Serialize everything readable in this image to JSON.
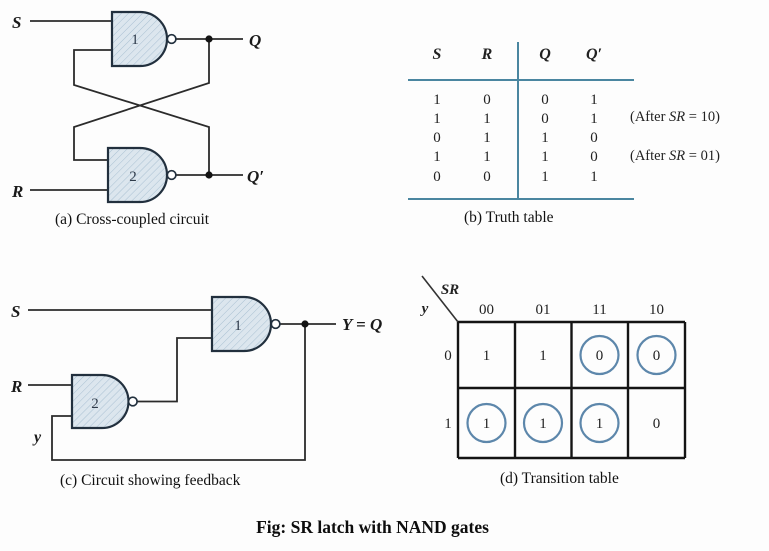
{
  "figure_caption": "Fig: SR latch with NAND gates",
  "panel_a": {
    "caption": "(a) Cross-coupled circuit",
    "s_label": "S",
    "r_label": "R",
    "q_label": "Q",
    "q_prime_label": "Q′",
    "gate1_label": "1",
    "gate2_label": "2"
  },
  "panel_b": {
    "caption": "(b) Truth table",
    "headers": [
      "S",
      "R",
      "Q",
      "Q′"
    ],
    "rows": [
      [
        "1",
        "0",
        "0",
        "1"
      ],
      [
        "1",
        "1",
        "0",
        "1"
      ],
      [
        "0",
        "1",
        "1",
        "0"
      ],
      [
        "1",
        "1",
        "1",
        "0"
      ],
      [
        "0",
        "0",
        "1",
        "1"
      ]
    ],
    "annotations": [
      {
        "prefix": "(After ",
        "var": "SR",
        "suffix": " = 10)",
        "aligned_row": 2
      },
      {
        "prefix": "(After ",
        "var": "SR",
        "suffix": " = 01)",
        "aligned_row": 4
      }
    ]
  },
  "panel_c": {
    "caption": "(c) Circuit showing feedback",
    "s_label": "S",
    "r_label": "R",
    "y_label": "y",
    "output_label": "Y = Q",
    "gate1_label": "1",
    "gate2_label": "2"
  },
  "panel_d": {
    "caption": "(d) Transition table",
    "corner_top": "SR",
    "corner_side": "y",
    "col_headers": [
      "00",
      "01",
      "11",
      "10"
    ],
    "row_headers": [
      "0",
      "1"
    ],
    "cells": [
      [
        "1",
        "1",
        "0",
        "0"
      ],
      [
        "1",
        "1",
        "1",
        "0"
      ]
    ],
    "circled": [
      [
        false,
        false,
        true,
        true
      ],
      [
        true,
        true,
        true,
        false
      ]
    ]
  },
  "colors": {
    "gate_fill": "#dce6ee",
    "gate_hatch": "#a9c0d2",
    "gate_outline": "#22303e",
    "wire": "#2b2b2b",
    "truth_table_line": "#4a86a0",
    "grid_line": "#141414",
    "circle_mark": "#5d87ab"
  }
}
